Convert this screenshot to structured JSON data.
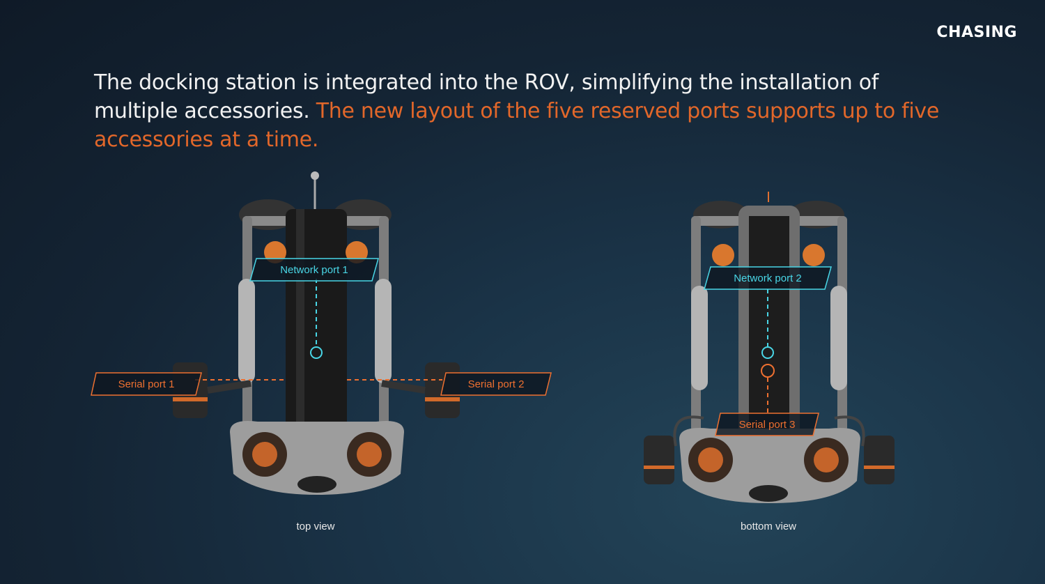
{
  "brand": {
    "logo_text": "CHASING"
  },
  "headline": {
    "white_text": "The docking station is integrated into the ROV, simplifying the installation of multiple accessories.",
    "orange_text": "The new layout of the five reserved ports supports up to five accessories at a time."
  },
  "top_view": {
    "caption": "top view",
    "labels": {
      "network_port_1": "Network port 1",
      "serial_port_1": "Serial port 1",
      "serial_port_2": "Serial port 2"
    }
  },
  "bottom_view": {
    "caption": "bottom view",
    "labels": {
      "network_port_2": "Network port 2",
      "serial_port_3": "Serial port 3"
    }
  },
  "colors": {
    "accent_orange": "#e2672a",
    "accent_cyan": "#49d6e6",
    "background": "#162a3b"
  }
}
